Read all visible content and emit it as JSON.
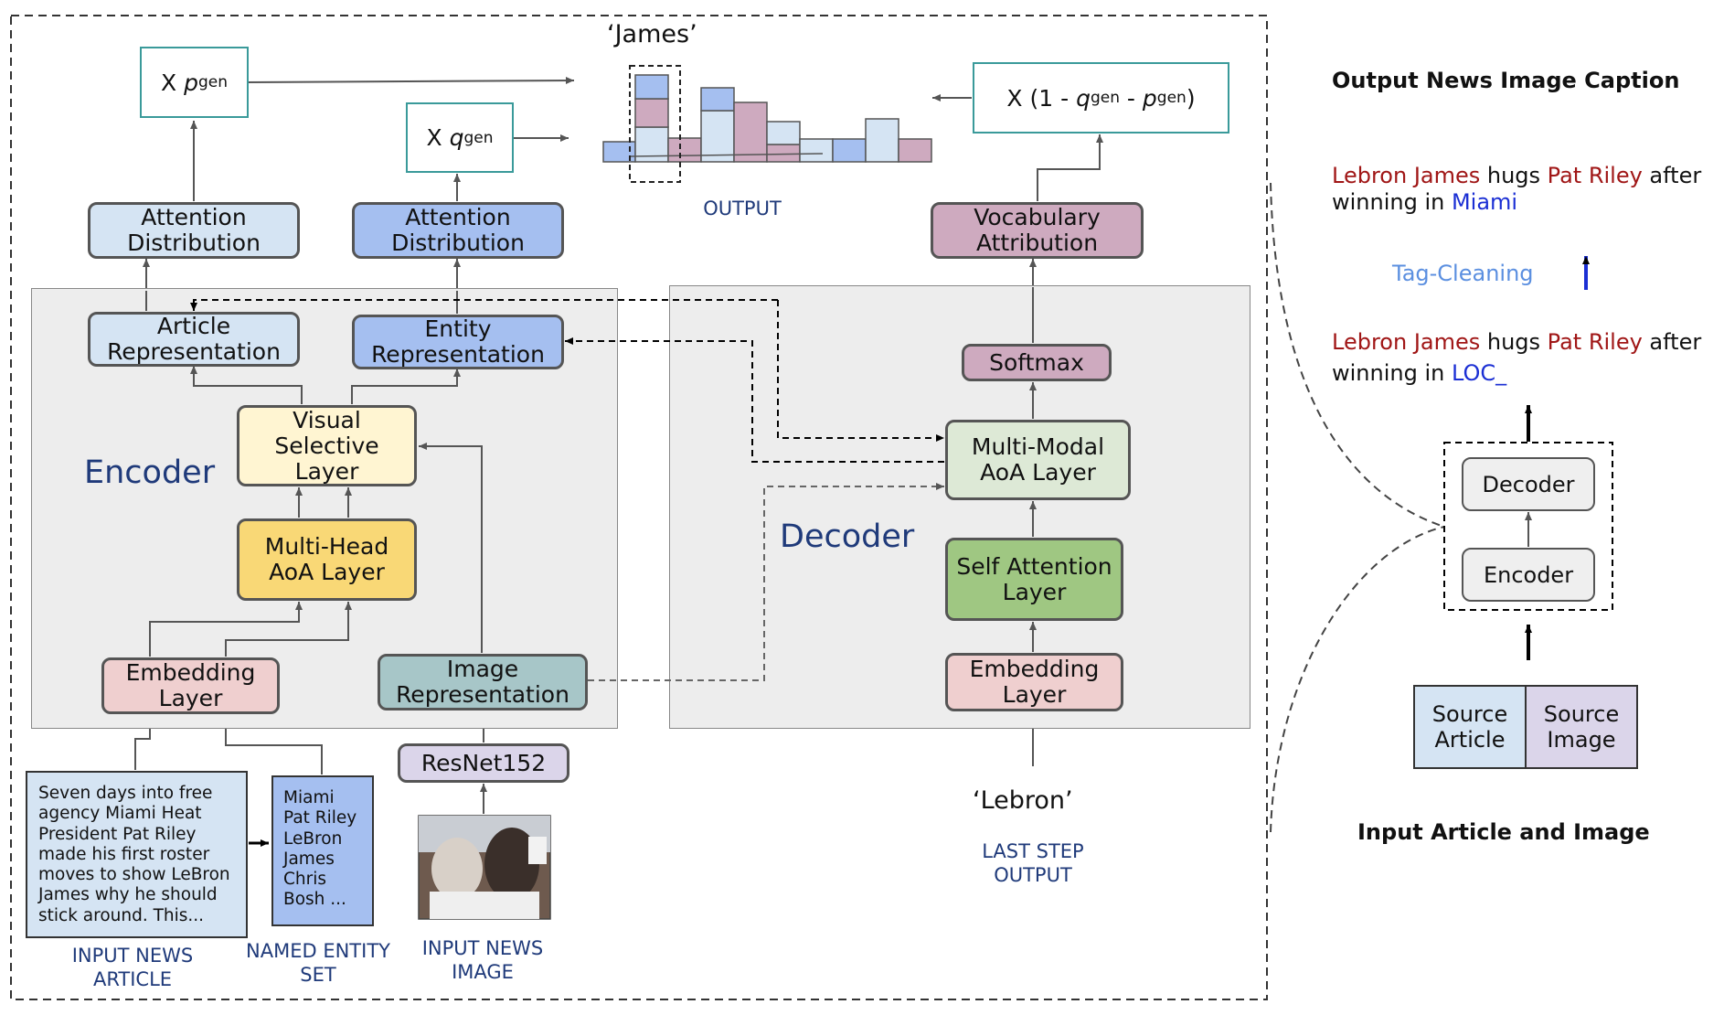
{
  "encoder_label": "Encoder",
  "decoder_label": "Decoder",
  "boxes": {
    "attn_dist_article": "Attention Distribution",
    "attn_dist_entity": "Attention Distribution",
    "vocab_attr": "Vocabulary Attribution",
    "article_rep": "Article Representation",
    "entity_rep": "Entity Representation",
    "visual_selective": "Visual Selective Layer",
    "multihead_aoa": "Multi-Head AoA Layer",
    "embedding_enc": "Embedding Layer",
    "image_rep": "Image Representation",
    "resnet": "ResNet152",
    "softmax": "Softmax",
    "multimodal_aoa": "Multi-Modal AoA Layer",
    "self_attention": "Self Attention Layer",
    "embedding_dec": "Embedding Layer"
  },
  "multipliers": {
    "p_prefix": "X",
    "p_var": "p",
    "p_sub": "gen",
    "q_prefix": "X",
    "q_var": "q",
    "q_sub": "gen",
    "v_prefix": "X (1 - ",
    "v_q": "q",
    "v_q_sub": "gen",
    "v_mid": " - ",
    "v_p": "p",
    "v_p_sub": "gen",
    "v_suffix": ")"
  },
  "output_word": "‘James’",
  "output_caption": "OUTPUT",
  "input_word": "‘Lebron’",
  "last_step_caption": "LAST STEP\nOUTPUT",
  "article_text": "Seven days into free agency Miami Heat President Pat Riley made his first roster moves to show LeBron James why he should stick around. This...",
  "entities": [
    "Miami",
    "Pat Riley",
    "LeBron",
    "James",
    "Chris",
    "Bosh ..."
  ],
  "captions": {
    "input_article": "INPUT NEWS\nARTICLE",
    "named_entity": "NAMED ENTITY\nSET",
    "input_image": "INPUT NEWS\nIMAGE"
  },
  "right": {
    "title_output": "Output News Image Caption",
    "title_input": "Input Article and Image",
    "caption1": {
      "w1": "Lebron James",
      "w2": " hugs ",
      "w3": "Pat Riley",
      "w4": " after",
      "line2a": "winning in ",
      "loc": "Miami"
    },
    "tag_cleaning": "Tag-Cleaning",
    "caption2": {
      "w1": "Lebron James",
      "w2": " hugs ",
      "w3": "Pat Riley",
      "w4": " after",
      "line2a": "winning in ",
      "loc": "LOC_"
    },
    "decoder": "Decoder",
    "encoder": "Encoder",
    "source_article": "Source Article",
    "source_image": "Source Image"
  },
  "colors": {
    "light_blue": "#d5e4f3",
    "mid_blue": "#a5bff0",
    "pink": "#ceaabf",
    "cream": "#fff5d2",
    "yellow": "#f9d876",
    "salmon": "#efcfcf",
    "teal_gray": "#a7c6c8",
    "lavender": "#dbd5ea",
    "pale_green": "#dde9d6",
    "green": "#9fc782",
    "caption_blue": "#1f3a7a",
    "entity_red": "#a01616",
    "location_blue": "#1b2fd4",
    "tag_blue": "#5b8fe0"
  }
}
